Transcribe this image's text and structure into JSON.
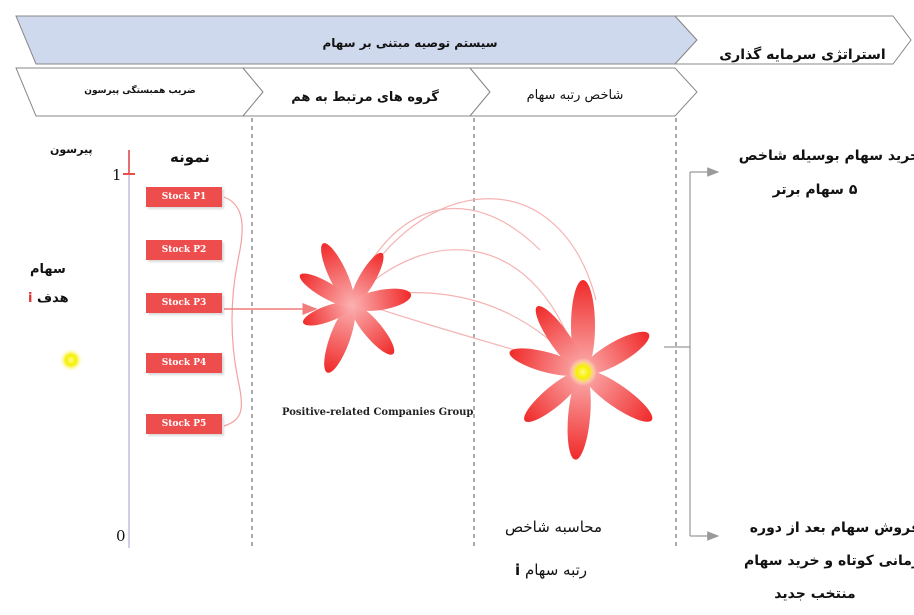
{
  "header": {
    "system_title": "سیستم توصیه مبتنی بر سهام",
    "strategy_title": "استراتژی سرمایه گذاری",
    "pearson_header": "ضریب همبستگی پیرسون",
    "groups_header": "گروه های مرتبط به هم",
    "rank_header": "شاخص رتبه سهام"
  },
  "axis": {
    "title": "پیرسون",
    "tick_top": "1",
    "tick_bottom": "0"
  },
  "sample_label": "نمونه",
  "stocks": [
    "Stock P1",
    "Stock P2",
    "Stock P3",
    "Stock P4",
    "Stock P5"
  ],
  "target": {
    "line1": "سهام",
    "line2": "هدف",
    "subscript": "i"
  },
  "group_caption": "Positive-related Companies Group",
  "calc": {
    "line1": "محاسبه شاخص",
    "line2": "رتبه سهام",
    "subscript": "i"
  },
  "strategy": {
    "buy_line1": "خرید سهام بوسیله شاخص",
    "buy_line2": "۵ سهام برتر",
    "sell_line1": "فروش سهام بعد از دوره",
    "sell_line2": "زمانی کوتاه و خرید سهام",
    "sell_line3": "منتخب جدید"
  },
  "colors": {
    "header_blue": "#cfd9ee",
    "stock_red": "#ee4d4d",
    "arrow_red": "#f07c7c",
    "petal_red": "#f24a4a",
    "target_yellow": "#f4f000"
  }
}
